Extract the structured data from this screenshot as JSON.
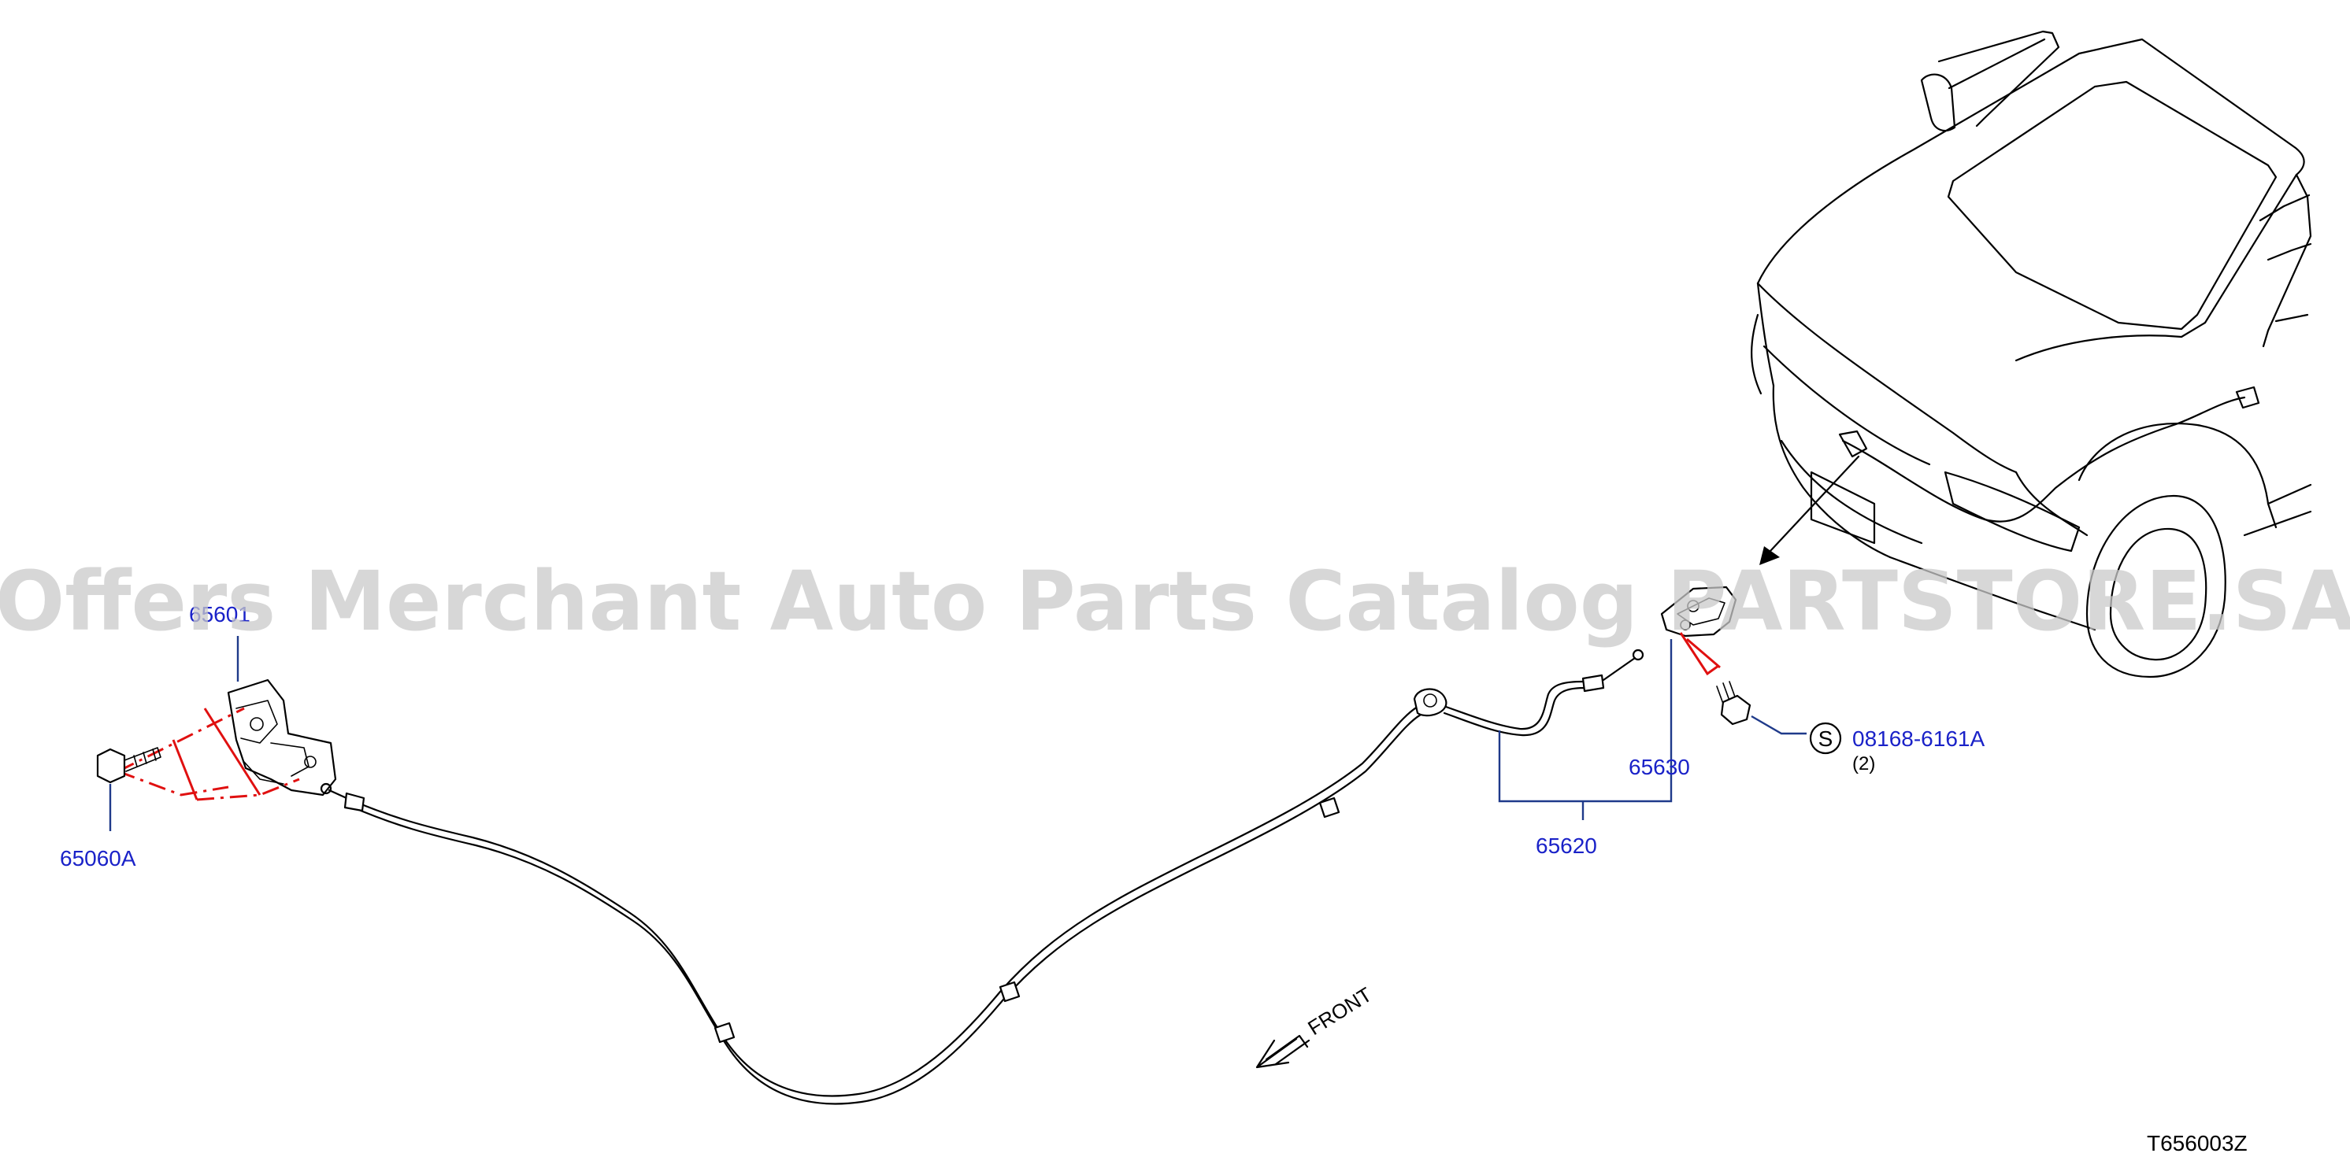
{
  "diagram": {
    "parts": [
      {
        "id": "lock",
        "number": "65601"
      },
      {
        "id": "bolt",
        "number": "65060A"
      },
      {
        "id": "cable",
        "number": "65620"
      },
      {
        "id": "handle",
        "number": "65630"
      },
      {
        "id": "screw",
        "number": "08168-6161A",
        "symbol": "S",
        "quantity": "(2)"
      }
    ],
    "direction_label": "FRONT",
    "illustration_code": "T656003Z",
    "watermark": "Offers Merchant Auto Parts Catalog PARTSTORE.SA"
  },
  "colors": {
    "label": "#1a22c8",
    "leader": "#1f3a8a",
    "fastener_line": "#e01010",
    "ink": "#000000",
    "watermark": "#c9c9c9"
  },
  "icons": [
    "front-direction-arrow-icon",
    "screw-symbol-icon"
  ]
}
